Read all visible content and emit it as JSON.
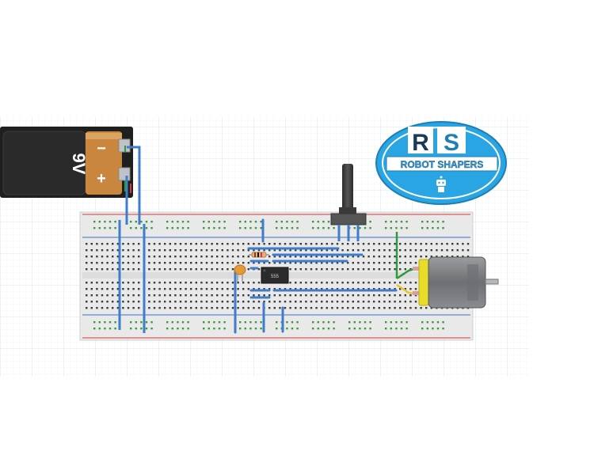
{
  "battery": {
    "voltage_label": "9V",
    "minus_label": "−",
    "plus_label": "+"
  },
  "ic": {
    "label": "555"
  },
  "logo": {
    "letters": "RS",
    "name": "ROBOT SHAPERS"
  },
  "colors": {
    "wire_blue": "#3f7ccc",
    "wire_green": "#2c9a3a",
    "wire_yellow": "#e4c62b",
    "battery_orange": "#c9863e",
    "battery_black": "#2a2a2a",
    "motor_yellow": "#e7dc2a",
    "motor_gray": "#8a8c8f",
    "logo_blue": "#29a5e3",
    "breadboard": "#e9e9e9",
    "rail_red": "#d33b3b",
    "rail_blue": "#3f6fcc"
  }
}
